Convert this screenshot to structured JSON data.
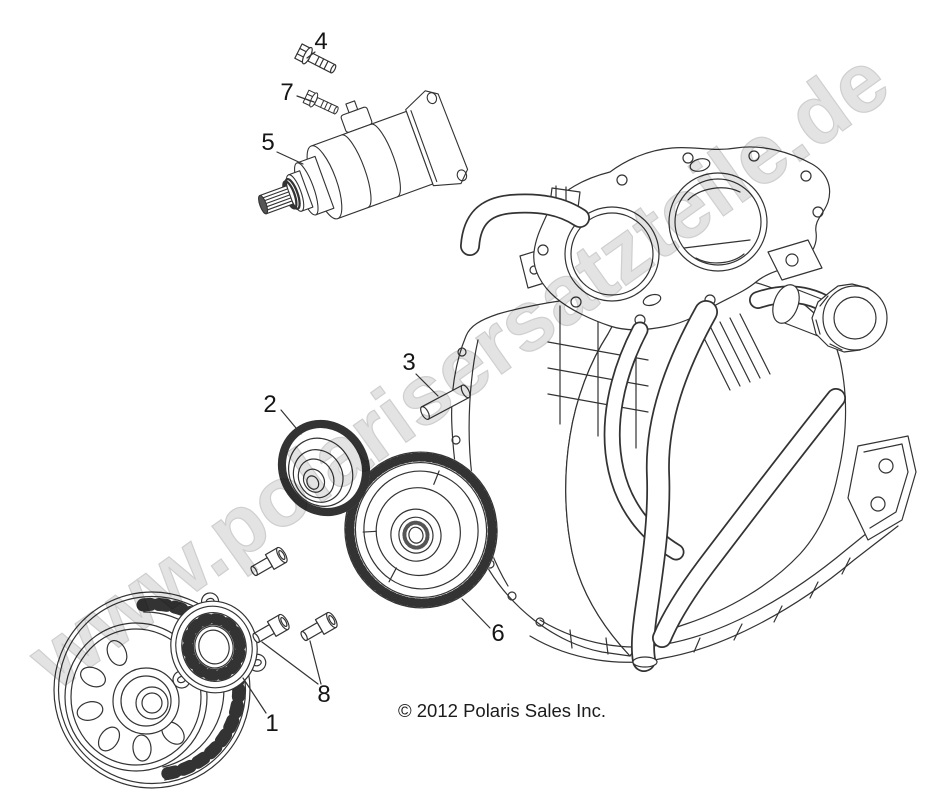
{
  "document": {
    "type": "exploded-parts-diagram",
    "copyright": "© 2012 Polaris Sales Inc.",
    "watermark": {
      "text": "www.polarisersatzteile.de",
      "fill": "#e3e3e3",
      "edge": "#cfcfcf"
    },
    "ink_color": "#333333",
    "callouts": [
      {
        "number": "1"
      },
      {
        "number": "2"
      },
      {
        "number": "3"
      },
      {
        "number": "4"
      },
      {
        "number": "5"
      },
      {
        "number": "6"
      },
      {
        "number": "7"
      },
      {
        "number": "8"
      }
    ]
  }
}
